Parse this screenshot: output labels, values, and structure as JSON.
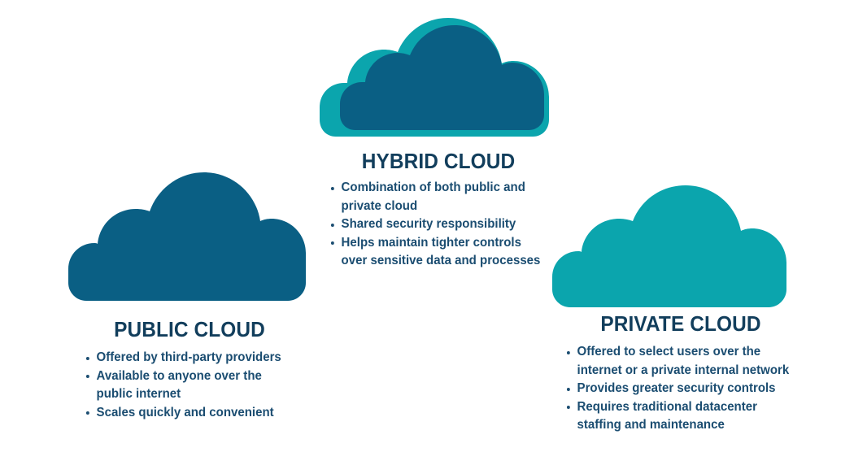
{
  "colors": {
    "background": "#ffffff",
    "cloud_blue": "#0a5f84",
    "cloud_teal": "#0ba5ad",
    "title_text": "#123e5c",
    "body_text": "#1b4d71"
  },
  "panels": [
    {
      "id": "public",
      "title": "PUBLIC CLOUD",
      "cloud_icon": "cloud-icon",
      "cloud_color": "#0a5f84",
      "bullets": [
        "Offered by third-party providers",
        "Available to anyone over the public internet",
        "Scales quickly and convenient"
      ]
    },
    {
      "id": "hybrid",
      "title": "HYBRID CLOUD",
      "cloud_icon": "double-cloud-icon",
      "cloud_color": "#0a5f84",
      "cloud_back_color": "#0ba5ad",
      "bullets": [
        "Combination of both public and private cloud",
        "Shared security responsibility",
        "Helps maintain tighter controls over sensitive data and processes"
      ]
    },
    {
      "id": "private",
      "title": "PRIVATE CLOUD",
      "cloud_icon": "cloud-icon",
      "cloud_color": "#0ba5ad",
      "bullets": [
        "Offered to select users over the internet or a private internal network",
        "Provides greater security controls",
        "Requires traditional datacenter staffing and maintenance"
      ]
    }
  ]
}
